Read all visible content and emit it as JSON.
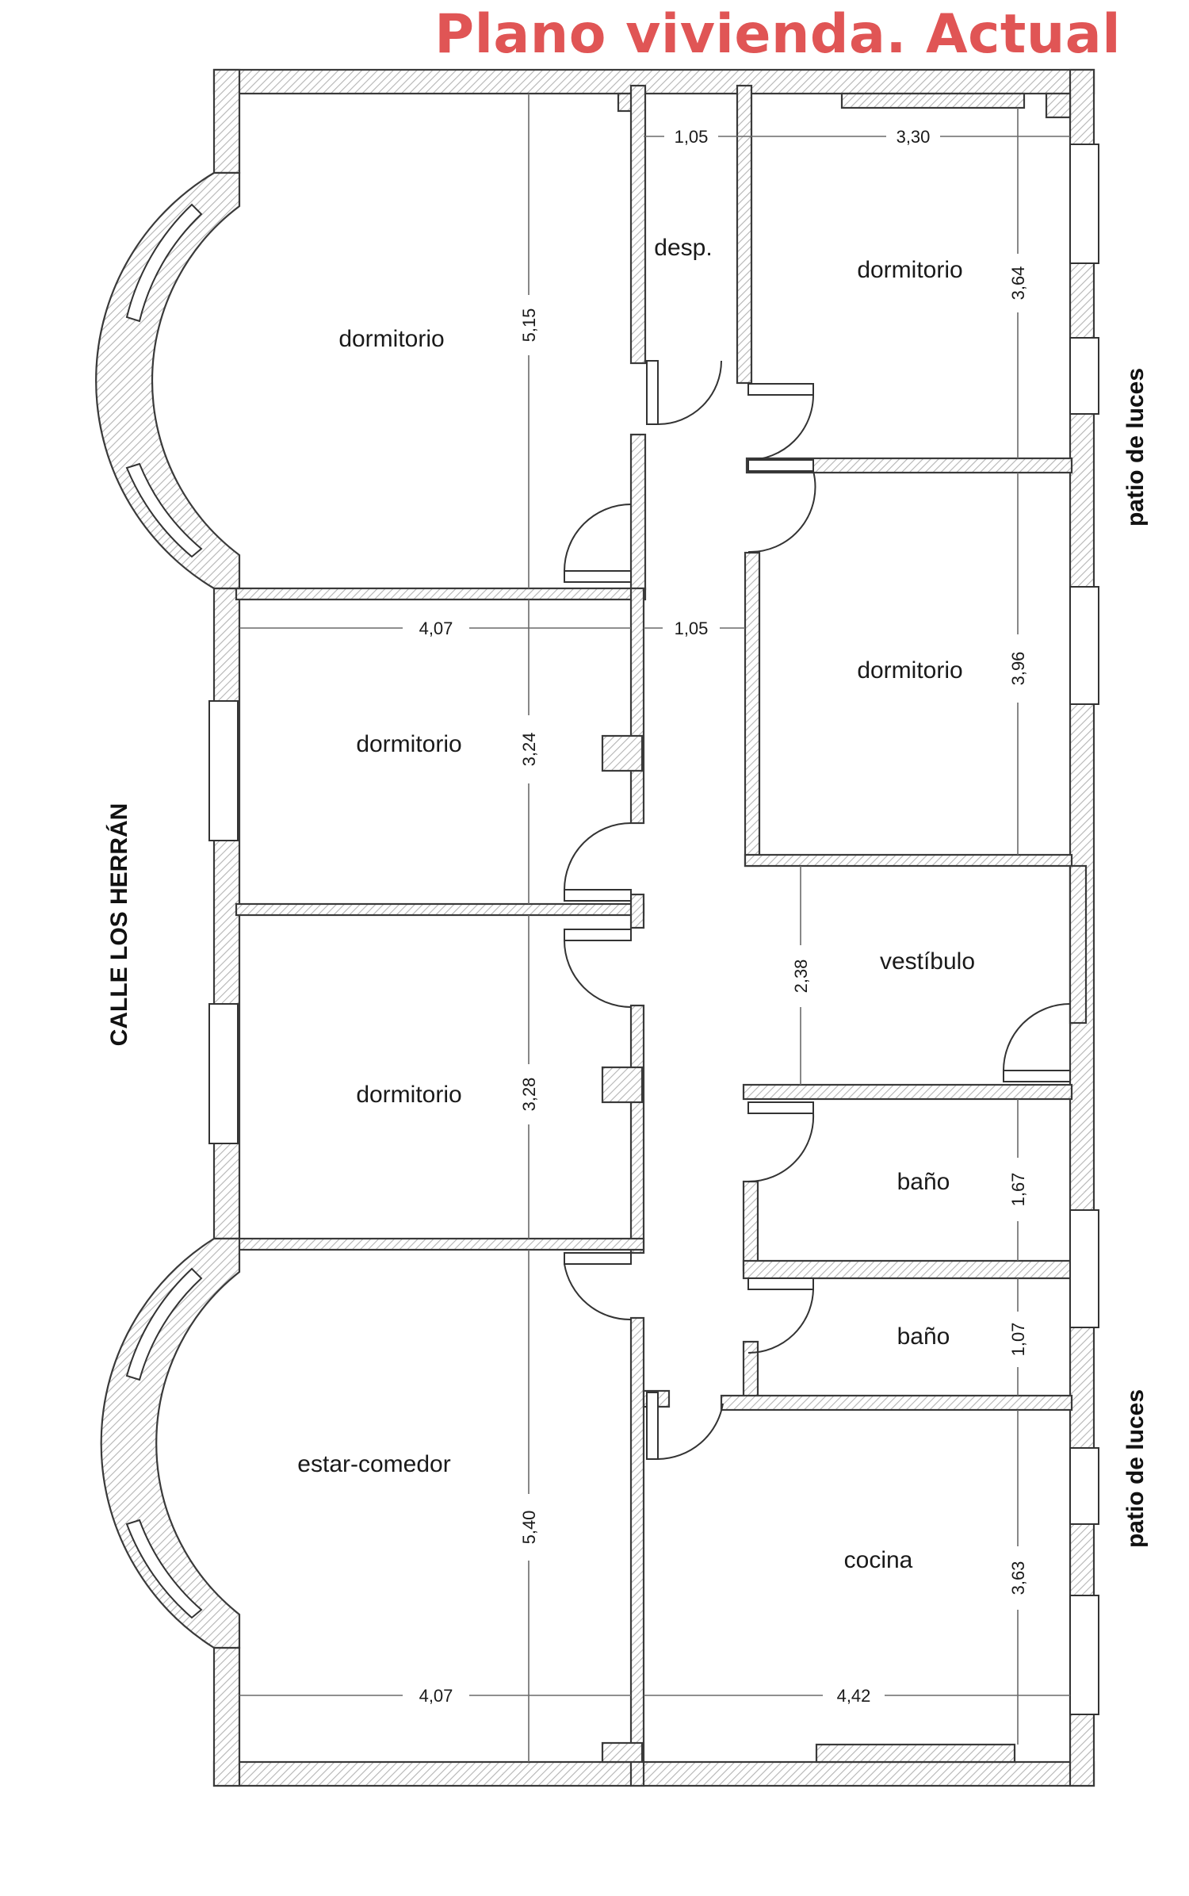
{
  "title": "Plano vivienda. Actual",
  "colors": {
    "title": "#e05555",
    "wall_hatch": "#b4b4b4",
    "line": "#333333"
  },
  "street_label": "CALLE LOS HERRÁN",
  "courtyard_labels": [
    "patio de luces",
    "patio de luces"
  ],
  "rooms": [
    {
      "id": "dormitorio-1",
      "label": "dormitorio"
    },
    {
      "id": "desp",
      "label": "desp."
    },
    {
      "id": "dormitorio-2",
      "label": "dormitorio"
    },
    {
      "id": "dormitorio-3",
      "label": "dormitorio"
    },
    {
      "id": "dormitorio-4",
      "label": "dormitorio"
    },
    {
      "id": "vestibulo",
      "label": "vestíbulo"
    },
    {
      "id": "dormitorio-5",
      "label": "dormitorio"
    },
    {
      "id": "bano-1",
      "label": "baño"
    },
    {
      "id": "bano-2",
      "label": "baño"
    },
    {
      "id": "estar-comedor",
      "label": "estar-comedor"
    },
    {
      "id": "cocina",
      "label": "cocina"
    }
  ],
  "dimensions": [
    {
      "id": "desp-width",
      "value": "1,05"
    },
    {
      "id": "dorm2-width",
      "value": "3,30"
    },
    {
      "id": "dorm1-depth",
      "value": "5,15"
    },
    {
      "id": "dorm2-depth",
      "value": "3,64"
    },
    {
      "id": "dorm3-width",
      "value": "4,07"
    },
    {
      "id": "hall-width",
      "value": "1,05"
    },
    {
      "id": "dorm4-depth",
      "value": "3,96"
    },
    {
      "id": "dorm3-depth",
      "value": "3,24"
    },
    {
      "id": "vestibulo-depth",
      "value": "2,38"
    },
    {
      "id": "dorm5-depth",
      "value": "3,28"
    },
    {
      "id": "bano1-depth",
      "value": "1,67"
    },
    {
      "id": "bano2-depth",
      "value": "1,07"
    },
    {
      "id": "estar-depth",
      "value": "5,40"
    },
    {
      "id": "cocina-depth",
      "value": "3,63"
    },
    {
      "id": "estar-width",
      "value": "4,07"
    },
    {
      "id": "cocina-width",
      "value": "4,42"
    }
  ]
}
